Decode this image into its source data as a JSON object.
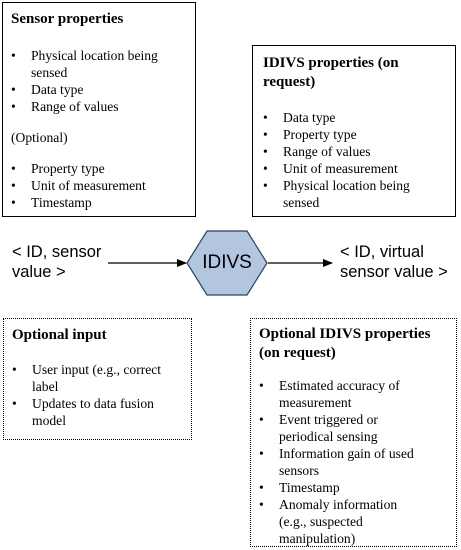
{
  "sensor_properties": {
    "title": "Sensor properties",
    "items": [
      "Physical location being sensed",
      "Data type",
      "Range of values"
    ],
    "optional_label": "(Optional)",
    "optional_items": [
      "Property type",
      "Unit of measurement",
      "Timestamp"
    ]
  },
  "idivs_properties": {
    "title": "IDIVS properties (on request)",
    "items": [
      "Data type",
      "Property type",
      "Range of values",
      "Unit of measurement",
      "Physical location being sensed"
    ]
  },
  "flow": {
    "input_text": "< ID, sensor value >",
    "center_label": "IDIVS",
    "output_text": "< ID, virtual sensor value >"
  },
  "optional_input": {
    "title": "Optional input",
    "items": [
      "User input (e.g., correct label",
      "Updates to data fusion model"
    ]
  },
  "optional_idivs_properties": {
    "title": "Optional IDIVS properties (on request)",
    "items": [
      "Estimated accuracy of measurement",
      "Event triggered or periodical sensing",
      "Information gain of used sensors",
      "Timestamp",
      "Anomaly information (e.g., suspected manipulation)"
    ]
  },
  "colors": {
    "hexagon_fill": "#b3c6e0",
    "hexagon_stroke": "#2f3f5c"
  }
}
